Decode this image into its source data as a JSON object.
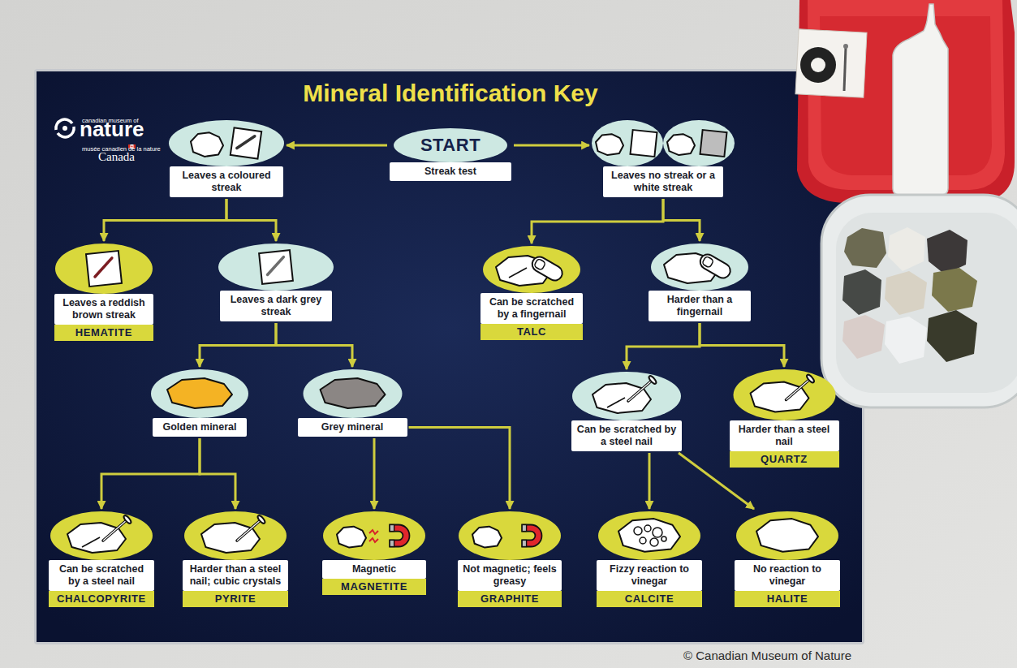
{
  "diagram": {
    "title": "Mineral Identification Key",
    "nodes": [
      {
        "text": [
          "Leaves a coloured streak"
        ]
      },
      {
        "text": [
          "START",
          "Streak test"
        ]
      },
      {
        "text": [
          "Leaves no streak or a white streak"
        ]
      },
      {
        "text": [
          "Leaves a reddish brown streak",
          "HEMATITE"
        ]
      },
      {
        "text": [
          "Leaves a dark grey streak"
        ]
      },
      {
        "text": [
          "Can be scratched by a fingernail",
          "TALC"
        ]
      },
      {
        "text": [
          "Harder than a fingernail"
        ]
      },
      {
        "text": [
          "Golden mineral"
        ]
      },
      {
        "text": [
          "Grey mineral"
        ]
      },
      {
        "text": [
          "Can be scratched by a steel nail"
        ]
      },
      {
        "text": [
          "Harder than a steel nail",
          "QUARTZ"
        ]
      },
      {
        "text": [
          "Can be scratched by a steel nail",
          "CHALCOPYRITE"
        ]
      },
      {
        "text": [
          "Harder than a steel nail; cubic crystals",
          "PYRITE"
        ]
      },
      {
        "text": [
          "Magnetic",
          "MAGNETITE"
        ]
      },
      {
        "text": [
          "Not magnetic; feels greasy",
          "GRAPHITE"
        ]
      },
      {
        "text": [
          "Fizzy reaction to vinegar",
          "CALCITE"
        ]
      },
      {
        "text": [
          "No reaction to vinegar",
          "HALITE"
        ]
      }
    ],
    "edges": [
      {
        "from": 1,
        "to": 0,
        "arrow": "to"
      },
      {
        "from": 1,
        "to": 2,
        "arrow": "to"
      },
      {
        "from": 0,
        "to": 3,
        "arrow": "to"
      },
      {
        "from": 0,
        "to": 4,
        "arrow": "to"
      },
      {
        "from": 2,
        "to": 5,
        "arrow": "to"
      },
      {
        "from": 2,
        "to": 6,
        "arrow": "to"
      },
      {
        "from": 4,
        "to": 7,
        "arrow": "to"
      },
      {
        "from": 4,
        "to": 8,
        "arrow": "to"
      },
      {
        "from": 6,
        "to": 9,
        "arrow": "to"
      },
      {
        "from": 6,
        "to": 10,
        "arrow": "to"
      },
      {
        "from": 7,
        "to": 11,
        "arrow": "to"
      },
      {
        "from": 7,
        "to": 12,
        "arrow": "to"
      },
      {
        "from": 8,
        "to": 13,
        "arrow": "to"
      },
      {
        "from": 8,
        "to": 14,
        "arrow": "to"
      },
      {
        "from": 9,
        "to": 15,
        "arrow": "to"
      },
      {
        "from": 9,
        "to": 16,
        "arrow": "to"
      }
    ],
    "labels": [
      "canadian museum of",
      "nature",
      "musée canadien de la nature",
      "Canada",
      "© Canadian Museum of Nature"
    ]
  }
}
